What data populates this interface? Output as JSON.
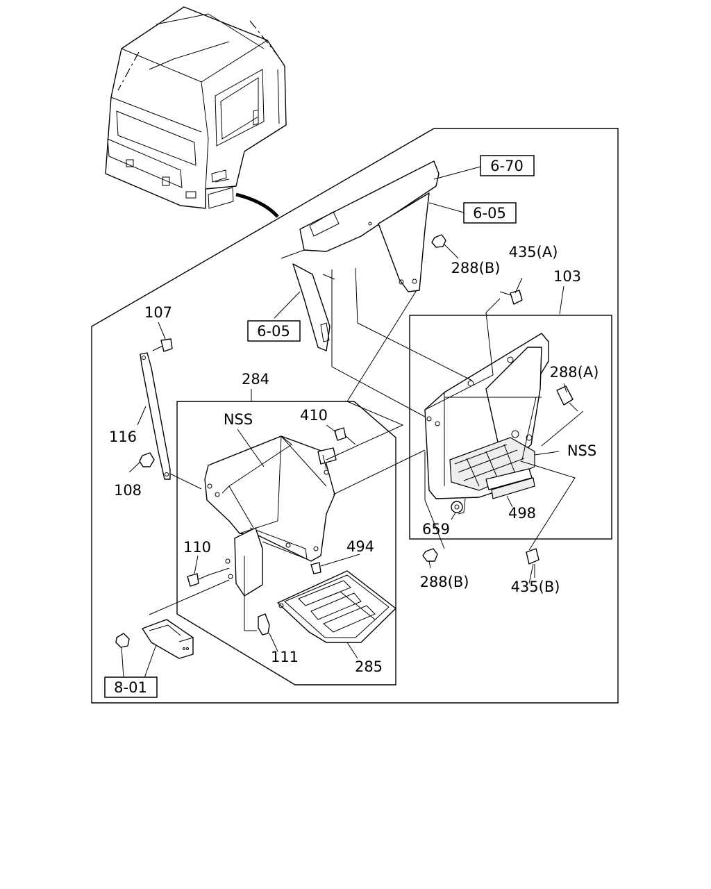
{
  "refs": {
    "r670": "6-70",
    "r605a": "6-05",
    "r605b": "6-05",
    "r801": "8-01"
  },
  "parts": {
    "p435a": "435(A)",
    "p288b_top": "288(B)",
    "p103": "103",
    "p107": "107",
    "p288a": "288(A)",
    "p284": "284",
    "nss_left": "NSS",
    "p410": "410",
    "nss_right": "NSS",
    "p116": "116",
    "p108": "108",
    "p498": "498",
    "p659": "659",
    "p110": "110",
    "p494": "494",
    "p288b_bottom": "288(B)",
    "p435b": "435(B)",
    "p111": "111",
    "p285": "285"
  }
}
